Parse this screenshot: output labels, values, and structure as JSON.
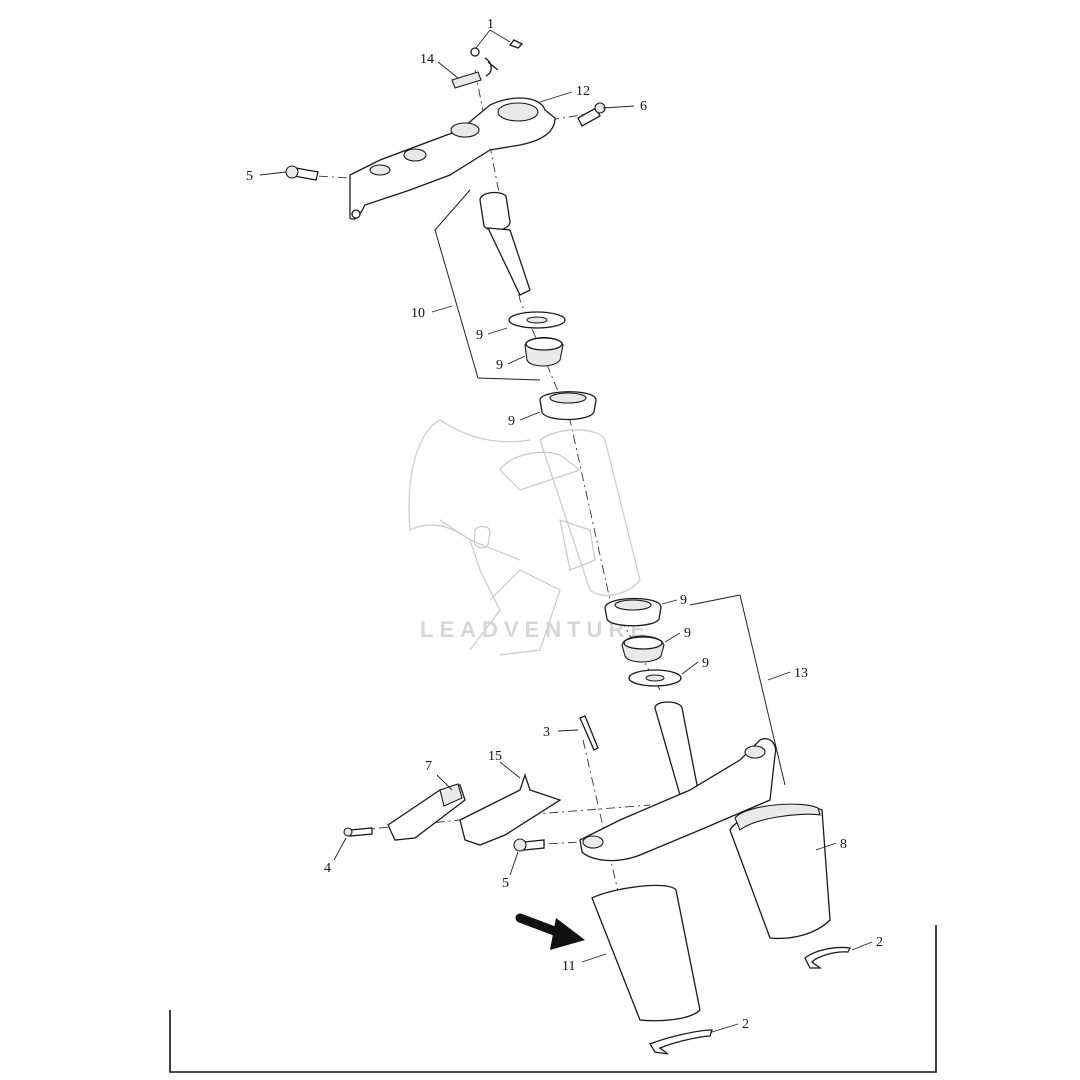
{
  "watermark": "LEADVENTURE",
  "callouts": [
    {
      "id": "c1",
      "label": "1"
    },
    {
      "id": "c14",
      "label": "14"
    },
    {
      "id": "c12",
      "label": "12"
    },
    {
      "id": "c6",
      "label": "6"
    },
    {
      "id": "c5a",
      "label": "5"
    },
    {
      "id": "c10",
      "label": "10"
    },
    {
      "id": "c9a",
      "label": "9"
    },
    {
      "id": "c9b",
      "label": "9"
    },
    {
      "id": "c9c",
      "label": "9"
    },
    {
      "id": "c9d",
      "label": "9"
    },
    {
      "id": "c9e",
      "label": "9"
    },
    {
      "id": "c9f",
      "label": "9"
    },
    {
      "id": "c13",
      "label": "13"
    },
    {
      "id": "c3",
      "label": "3"
    },
    {
      "id": "c7",
      "label": "7"
    },
    {
      "id": "c15",
      "label": "15"
    },
    {
      "id": "c4",
      "label": "4"
    },
    {
      "id": "c5b",
      "label": "5"
    },
    {
      "id": "c8",
      "label": "8"
    },
    {
      "id": "c11",
      "label": "11"
    },
    {
      "id": "c2a",
      "label": "2"
    },
    {
      "id": "c2b",
      "label": "2"
    }
  ]
}
